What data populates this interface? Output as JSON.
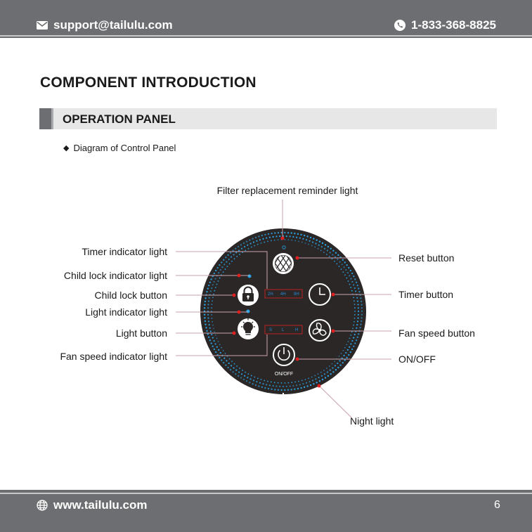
{
  "header": {
    "email": "support@tailulu.com",
    "phone": "1-833-368-8825"
  },
  "title": "COMPONENT INTRODUCTION",
  "section": {
    "label": "OPERATION PANEL"
  },
  "bullet": {
    "text": "Diagram of Control Panel"
  },
  "diagram": {
    "callouts": {
      "filter_light": "Filter replacement reminder light",
      "timer_indicator": "Timer indicator light",
      "child_lock_indicator": "Child lock indicator light",
      "child_lock_button": "Child lock button",
      "light_indicator": "Light indicator light",
      "light_button": "Light button",
      "fan_speed_indicator": "Fan speed indicator light",
      "reset_button": "Reset button",
      "timer_button": "Timer button",
      "fan_speed_button": "Fan speed button",
      "on_off": "ON/OFF",
      "night_light": "Night light"
    },
    "panel": {
      "timer_options": [
        "2H",
        "4H",
        "8H"
      ],
      "speed_options": [
        "S",
        "L",
        "H"
      ],
      "on_off_label": "ON/OFF"
    },
    "colors": {
      "panel": "#2b2727",
      "led_blue": "#2aa6e8",
      "callout_red": "#e02020",
      "callout_line": "#c9a3ac"
    }
  },
  "footer": {
    "website": "www.tailulu.com",
    "page_number": "6"
  }
}
